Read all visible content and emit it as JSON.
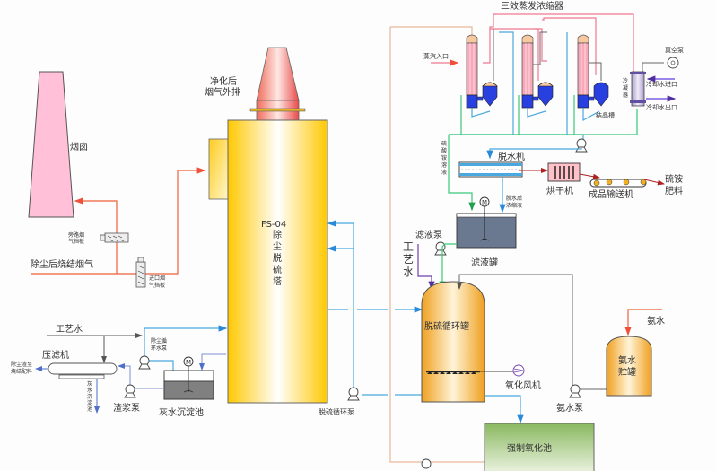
{
  "title": "三效蒸发浓缩器",
  "labels": {
    "chimney": "烟囱",
    "purified_exhaust_1": "净化后",
    "purified_exhaust_2": "烟气外排",
    "bypass_damper_1": "旁路烟",
    "bypass_damper_2": "气挡板",
    "inlet_damper_1": "进口烟",
    "inlet_damper_2": "气挡板",
    "sinter_flue_gas": "除尘后烧结烟气",
    "tower_code": "FS-04",
    "tower_name": [
      "除",
      "尘",
      "脱",
      "硫",
      "塔"
    ],
    "process_water": "工艺水",
    "filter_press": "压滤机",
    "filter_cake_1": "除尘渣至",
    "filter_cake_2": "烧结配料",
    "ash_water_down": [
      "灰",
      "水",
      "沉",
      "淀",
      "池"
    ],
    "dust_pump_1": "除尘循",
    "dust_pump_2": "环水泵",
    "slurry_pump": "渣浆泵",
    "ash_tank": "灰水沉淀池",
    "desulf_pump": "脱硫循环泵",
    "steam_inlet": "蒸汽入口",
    "vacuum_pump": "真空泵",
    "condenser": [
      "冷",
      "凝",
      "器"
    ],
    "cooling_in": "冷却水进口",
    "cooling_out": "冷却水出口",
    "crystallizer": "结晶槽",
    "ammonium_sulfate_liquid": [
      "硫",
      "酸",
      "铵",
      "溶",
      "液"
    ],
    "dewater_machine": "脱水机",
    "dryer": "烘干机",
    "conveyor": "成品输送机",
    "fertilizer_1": "硫铵",
    "fertilizer_2": "肥料",
    "dewater_conc_1": "脱水后",
    "dewater_conc_2": "浓缩液",
    "filtrate_pump": "滤液泵",
    "filtrate_tank": "滤液罐",
    "process_water_v": [
      "工",
      "艺",
      "水"
    ],
    "circ_tank": "脱硫循环罐",
    "oxidation_fan": "氧化风机",
    "ammonia_water": "氨水",
    "ammonia_tank_1": "氨水",
    "ammonia_tank_2": "贮罐",
    "ammonia_pump": "氨水泵",
    "oxidation_pool": "强制氧化池"
  },
  "colors": {
    "flue": "#f0603a",
    "water": "#4aa8e0",
    "green": "#3cc878",
    "pink": "#f07890",
    "tan": "#e8b89a",
    "purple": "#7040b0",
    "tower": "#ffcc00",
    "chimney": "#ffc0d8"
  }
}
